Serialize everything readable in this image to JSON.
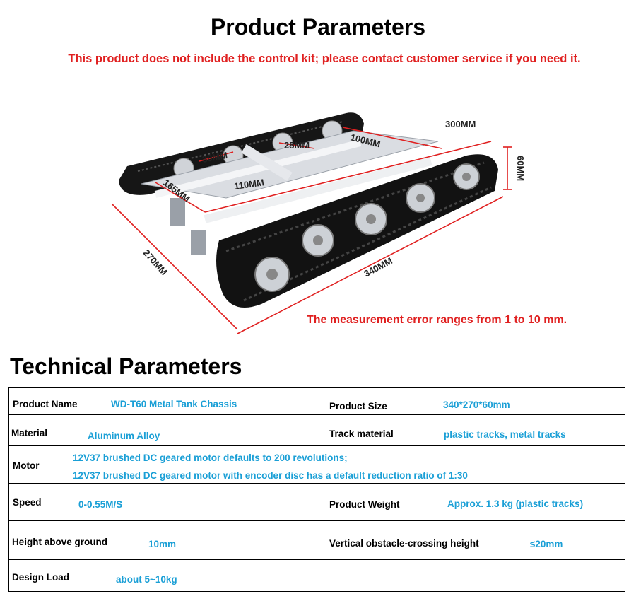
{
  "header": {
    "title": "Product Parameters",
    "notice": "This product does not include the control kit; please contact customer service if you need it."
  },
  "diagram": {
    "dims": {
      "width_top": "300MM",
      "height": "60MM",
      "inner_100": "100MM",
      "inner_25": "25MM",
      "inner_30": "30MM",
      "inner_110": "110MM",
      "inner_165": "165MM",
      "width_270": "270MM",
      "length_340": "340MM"
    },
    "colors": {
      "dimension": "#e02020",
      "track": "#141414",
      "frame": "#c8ccd2"
    },
    "error_note": "The measurement error ranges from 1 to 10 mm."
  },
  "tech": {
    "title": "Technical Parameters",
    "rows": [
      {
        "label": "Product Name",
        "value": "WD-T60 Metal Tank Chassis",
        "label2": "Product Size",
        "value2": "340*270*60mm"
      },
      {
        "label": "Material",
        "value": "Aluminum Alloy",
        "label2": "Track material",
        "value2": "plastic tracks, metal tracks"
      },
      {
        "label": "Motor",
        "value": "12V37 brushed DC geared motor defaults to 200 revolutions;",
        "value_line2": "12V37 brushed DC geared motor with encoder disc has a default reduction ratio of 1:30"
      },
      {
        "label": "Speed",
        "value": "0-0.55M/S",
        "label2": "Product Weight",
        "value2": "Approx. 1.3 kg (plastic tracks)"
      },
      {
        "label": "Height above ground",
        "value": "10mm",
        "label2": "Vertical obstacle-crossing height",
        "value2": "≤20mm"
      },
      {
        "label": "Design Load",
        "value": "about 5~10kg"
      }
    ]
  }
}
